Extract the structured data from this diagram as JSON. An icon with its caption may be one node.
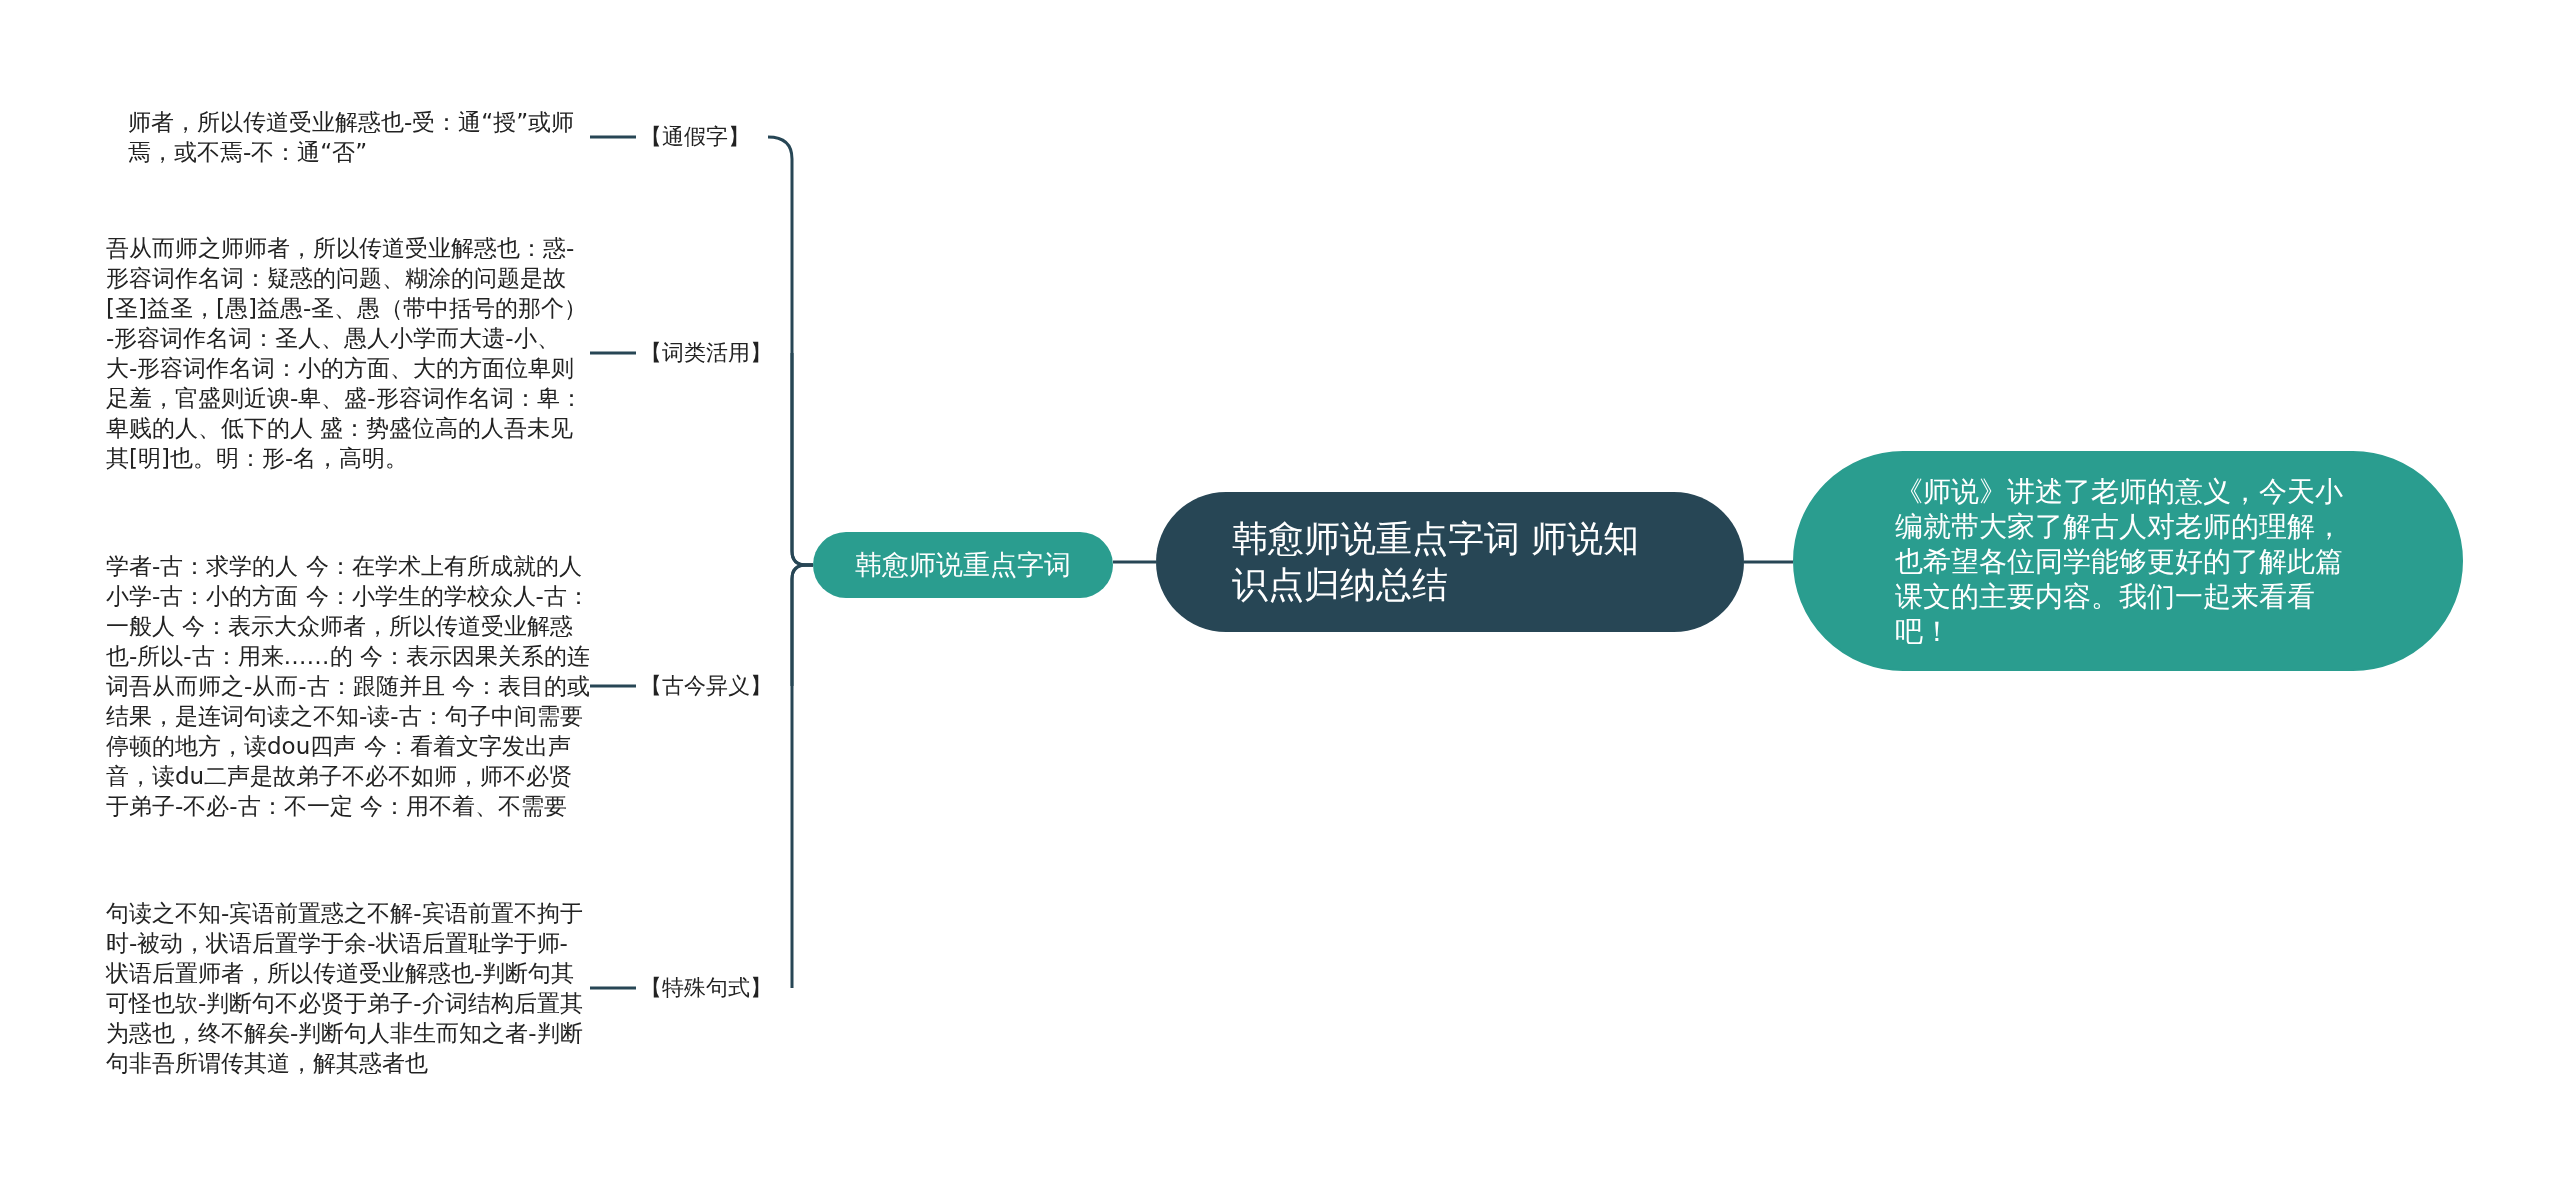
{
  "diagram": {
    "nodes": [
      {
        "text": [
          "韩愈师说重点字词 师说知识点归纳总结"
        ]
      },
      {
        "text": [
          "韩愈师说重点字词"
        ]
      },
      {
        "text": [
          "《师说》讲述了老师的意义，今天小编就带大家了解古人对老师的理解，也希望各位同学能够更好的了解此篇课文的主要内容。我们一起来看看吧！"
        ]
      },
      {
        "text": [
          "【通假字】"
        ]
      },
      {
        "text": [
          "【词类活用】"
        ]
      },
      {
        "text": [
          "【古今异义】"
        ]
      },
      {
        "text": [
          "【特殊句式】"
        ]
      },
      {
        "text": [
          "师者，所以传道受业解惑也-受：通“授”或师焉，或不焉-不：通“否”"
        ]
      },
      {
        "text": [
          "吾从而师之师师者，所以传道受业解惑也：惑-形容词作名词：疑惑的问题、糊涂的问题是故[圣]益圣，[愚]益愚-圣、愚（带中括号的那个）-形容词作名词：圣人、愚人小学而大遗-小、大-形容词作名词：小的方面、大的方面位卑则足羞，官盛则近谀-卑、盛-形容词作名词：卑：卑贱的人、低下的人 盛：势盛位高的人吾未见其[明]也。明：形-名，高明。"
        ]
      },
      {
        "text": [
          "学者-古：求学的人 今：在学术上有所成就的人小学-古：小的方面 今：小学生的学校众人-古：一般人 今：表示大众师者，所以传道受业解惑也-所以-古：用来……的 今：表示因果关系的连词吾从而师之-从而-古：跟随并且 今：表目的或结果，是连词句读之不知-读-古：句子中间需要停顿的地方，读dou四声 今：看着文字发出声音，读du二声是故弟子不必不如师，师不必贤于弟子-不必-古：不一定 今：用不着、不需要"
        ]
      },
      {
        "text": [
          "句读之不知-宾语前置惑之不解-宾语前置不拘于时-被动，状语后置学于余-状语后置耻学于师-状语后置师者，所以传道受业解惑也-判断句其可怪也欤-判断句不必贤于弟子-介词结构后置其为惑也，终不解矣-判断句人非生而知之者-判断句非吾所谓传其道，解其惑者也"
        ]
      }
    ],
    "edges": [
      {
        "from": 0,
        "to": 1,
        "arrow": "none"
      },
      {
        "from": 0,
        "to": 2,
        "arrow": "none"
      },
      {
        "from": 1,
        "to": 3,
        "arrow": "none"
      },
      {
        "from": 1,
        "to": 4,
        "arrow": "none"
      },
      {
        "from": 1,
        "to": 5,
        "arrow": "none"
      },
      {
        "from": 1,
        "to": 6,
        "arrow": "none"
      },
      {
        "from": 3,
        "to": 7,
        "arrow": "none"
      },
      {
        "from": 4,
        "to": 8,
        "arrow": "none"
      },
      {
        "from": 5,
        "to": 9,
        "arrow": "none"
      },
      {
        "from": 6,
        "to": 10,
        "arrow": "none"
      }
    ]
  }
}
